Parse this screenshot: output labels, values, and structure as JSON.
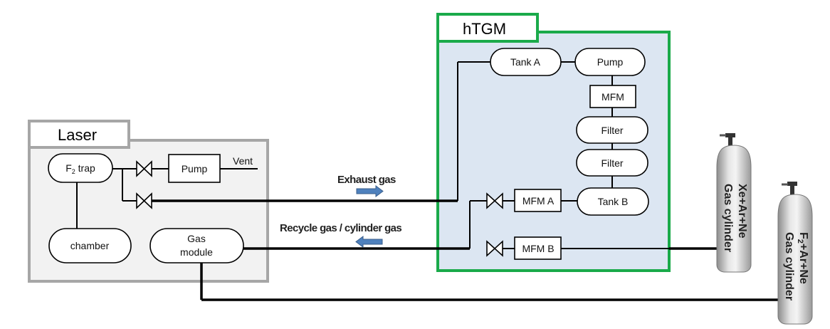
{
  "laser": {
    "title": "Laser",
    "f2_trap_prefix": "F",
    "f2_trap_sub": "2",
    "f2_trap_suffix": " trap",
    "pump": "Pump",
    "vent": "Vent",
    "chamber": "chamber",
    "gas_module_line1": "Gas",
    "gas_module_line2": "module"
  },
  "htgm": {
    "title": "hTGM",
    "tank_a": "Tank A",
    "pump": "Pump",
    "mfm": "MFM",
    "filter_1": "Filter",
    "filter_2": "Filter",
    "mfm_a": "MFM A",
    "tank_b": "Tank B",
    "mfm_b": "MFM B"
  },
  "flows": {
    "exhaust": "Exhaust gas",
    "recycle": "Recycle gas / cylinder gas"
  },
  "cylinders": {
    "xe": {
      "mix": "Xe+Ar+Ne",
      "label": "Gas  cylinder"
    },
    "f2": {
      "mix_prefix": "F",
      "mix_sub": "2",
      "mix_suffix": "+Ar+Ne",
      "label": "Gas  cylinder"
    }
  },
  "colors": {
    "laser_frame": "#a6a6a6",
    "laser_fill": "#f2f2f2",
    "htgm_frame": "#1aaa4a",
    "htgm_fill": "#dce6f2",
    "arrow": "#4f81bd",
    "line": "#000000"
  }
}
